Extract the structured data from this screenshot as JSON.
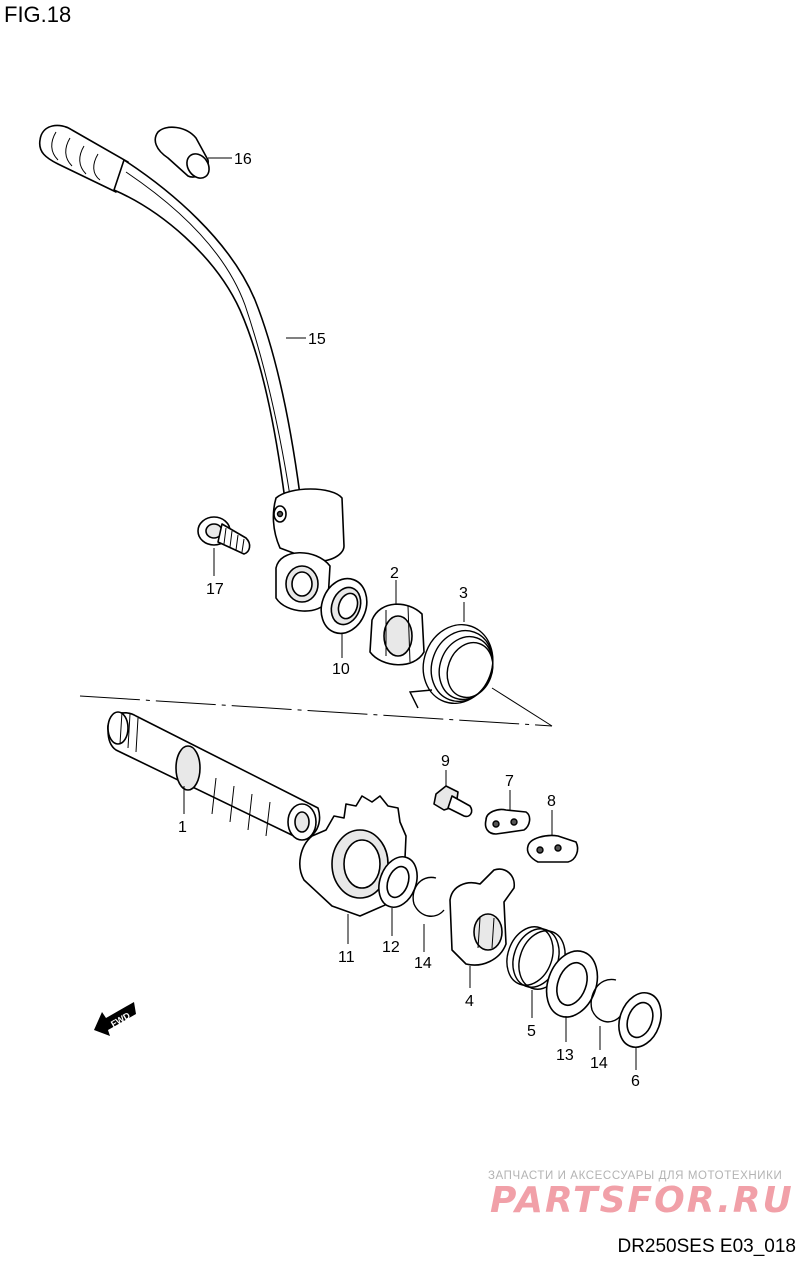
{
  "figure": {
    "title": "FIG.18",
    "code": "DR250SES E03_018"
  },
  "fwd_label": "FWD",
  "watermark": {
    "line1": "ЗАПЧАСТИ И АКСЕССУАРЫ ДЛЯ МОТОТЕХНИКИ",
    "brand": "PARTSFOR.RU"
  },
  "callouts": [
    "1",
    "2",
    "3",
    "4",
    "5",
    "6",
    "7",
    "8",
    "9",
    "10",
    "11",
    "12",
    "13",
    "14",
    "14",
    "15",
    "16",
    "17"
  ]
}
